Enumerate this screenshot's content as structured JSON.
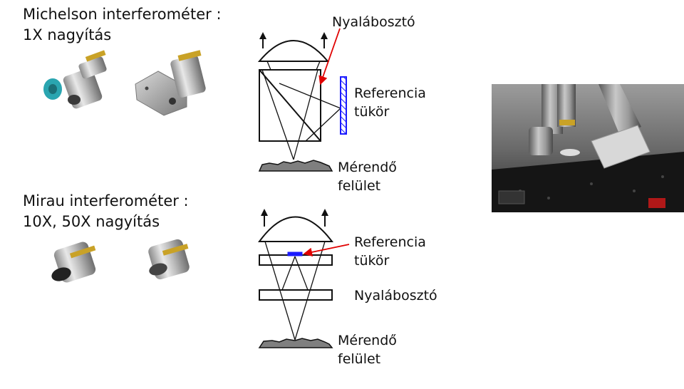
{
  "michelson": {
    "title_line1": "Michelson interferométer  :",
    "title_line2": "1X nagyítás",
    "label_beamsplitter": "Nyalábosztó",
    "label_reference_line1": "Referencia",
    "label_reference_line2": "tükör",
    "label_surface_line1": "Mérendő",
    "label_surface_line2": "felület"
  },
  "mirau": {
    "title_line1": "Mirau interferométer  :",
    "title_line2": "10X, 50X nagyítás",
    "label_reference_line1": "Referencia",
    "label_reference_line2": "tükör",
    "label_beamsplitter": "Nyalábosztó",
    "label_surface_line1": "Mérendő",
    "label_surface_line2": "felület"
  },
  "colors": {
    "reference_mirror": "#1a1aff",
    "pointer_arrow": "#e00000",
    "brass_ring": "#c9a227",
    "teal_cap": "#2aa5b0"
  }
}
